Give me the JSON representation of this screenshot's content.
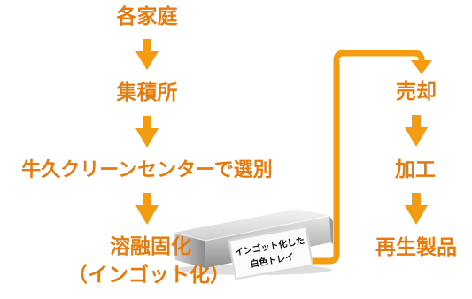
{
  "left_flow": [
    "各家庭",
    "集積所",
    "牛久クリーンセンターで選別",
    "溶融固化",
    "（インゴット化）"
  ],
  "right_flow": [
    "売却",
    "加工",
    "再生製品"
  ],
  "ingot_label": {
    "line1": "インゴット化した",
    "line2": "白色トレイ"
  },
  "colors": {
    "accent": "#f39c12",
    "text": "#e77a0c"
  }
}
